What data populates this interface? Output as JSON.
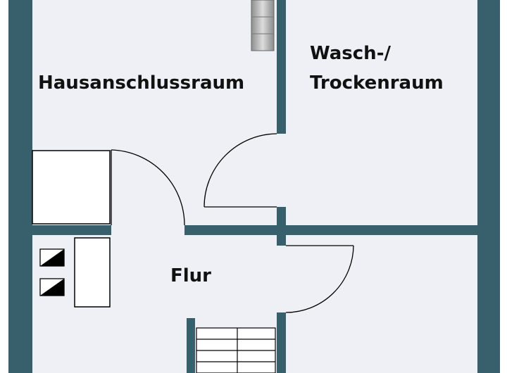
{
  "rooms": {
    "utility_room": {
      "label": "Hausanschlussraum"
    },
    "laundry_room": {
      "line1": "Wasch-/",
      "line2": "Trockenraum"
    },
    "hallway": {
      "label": "Flur"
    }
  },
  "colors": {
    "wall": "#38606c",
    "floor": "#eef0f5",
    "line": "#000000",
    "label": "#111111"
  }
}
